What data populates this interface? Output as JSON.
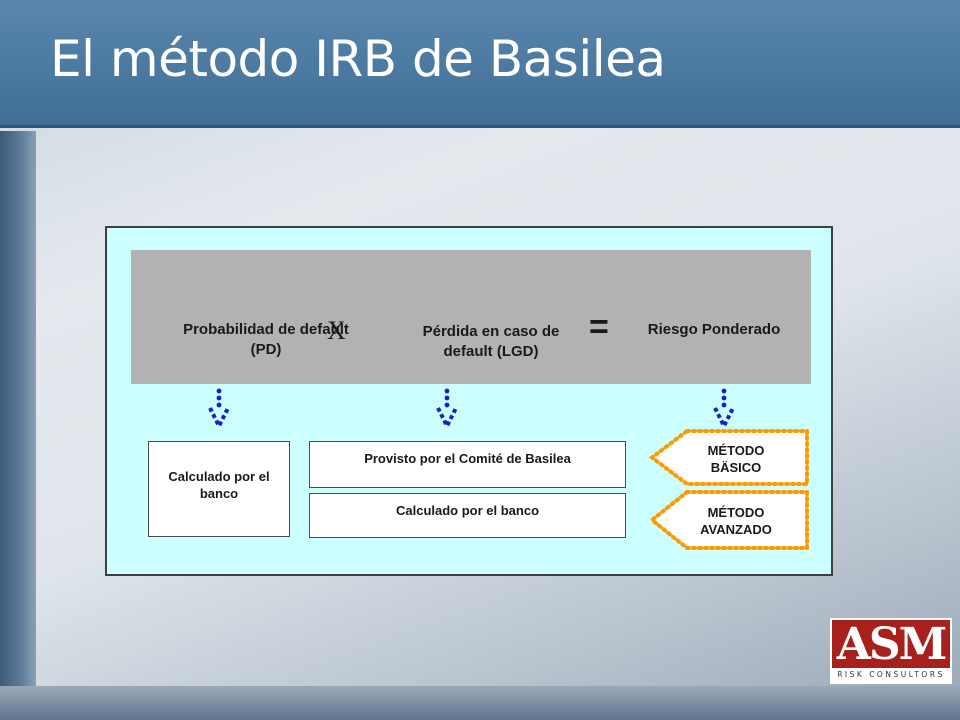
{
  "slide": {
    "title": "El método IRB de Basilea"
  },
  "diagram": {
    "formula": {
      "pd_label": "Probabilidad de default (PD)",
      "multiply_symbol": "X",
      "lgd_label": "Pérdida en caso de default  (LGD)",
      "equals_symbol": "=",
      "result_label": "Riesgo Ponderado"
    },
    "boxes": {
      "pd_source": "Calculado por el banco",
      "lgd_source_committee": "Provisto por el Comité de Basilea",
      "lgd_source_bank": "Calculado por el banco"
    },
    "methods": {
      "basic": "MÉTODO BÄSICO",
      "advanced": "MÉTODO AVANZADO"
    },
    "colors": {
      "frame_background": "#ccffff",
      "band": "#b2b2b2",
      "arrow": "#1c1ccc",
      "tag_outline": "#ff9900"
    }
  },
  "logo": {
    "main_text": "ASM",
    "sub_text": "RISK CONSULTORS"
  }
}
